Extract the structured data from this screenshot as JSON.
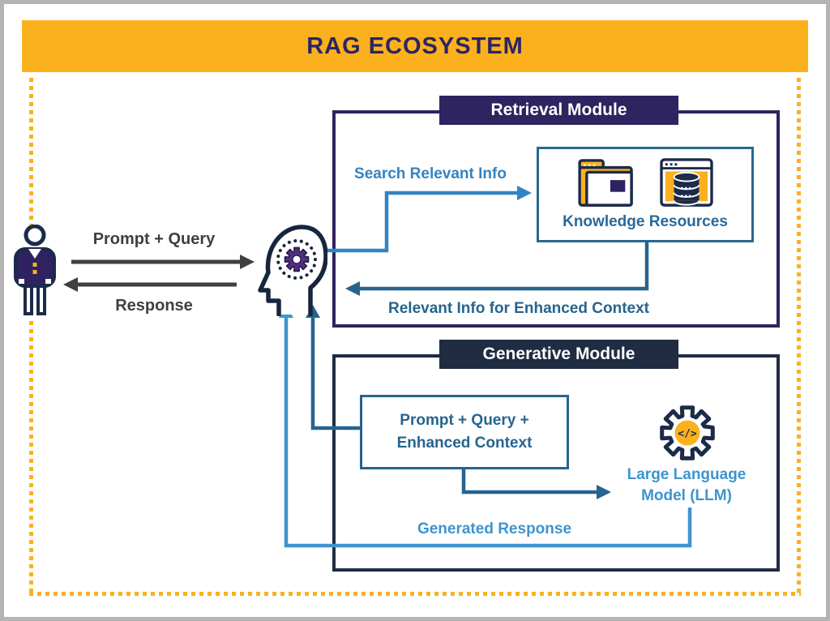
{
  "header": {
    "title": "RAG ECOSYSTEM"
  },
  "user_flow": {
    "to_brain_label": "Prompt + Query",
    "to_user_label": "Response"
  },
  "retrieval_module": {
    "title": "Retrieval Module",
    "search_label": "Search Relevant Info",
    "knowledge_resources_label": "Knowledge Resources",
    "return_label": "Relevant Info for Enhanced Context"
  },
  "generative_module": {
    "title": "Generative Module",
    "prompt_box": {
      "line1": "Prompt + Query +",
      "line2": "Enhanced Context"
    },
    "llm_label": {
      "line1": "Large Language",
      "line2": "Model (LLM)"
    },
    "llm_icon_glyph": "</>",
    "generated_label": "Generated Response"
  },
  "icons": {
    "person": "person-icon",
    "brain": "brain-gear-icon",
    "folder": "folder-icon",
    "database": "database-browser-icon",
    "llm": "code-gear-icon"
  },
  "colors": {
    "accent_yellow": "#FBB11E",
    "retrieval_purple": "#2D2460",
    "generative_navy": "#1F2C42",
    "search_blue": "#3383C2",
    "steel_blue": "#26648F",
    "light_blue": "#3E94CE",
    "charcoal": "#3F3F44",
    "title_navy": "#2B2562",
    "outline_navy": "#1B2B4A",
    "gear_purple": "#53307E"
  }
}
